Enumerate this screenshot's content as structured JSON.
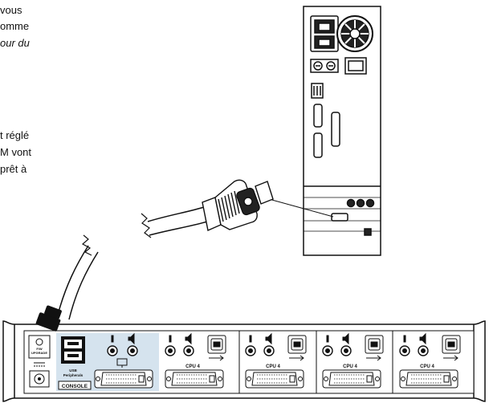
{
  "text_fragments": {
    "line1": "vous",
    "line2": "omme",
    "line3": "our du",
    "line4": "t réglé",
    "line5": "M vont",
    "line6": "prêt à"
  },
  "kvm": {
    "firmware_label_line1": "F/W",
    "firmware_label_line2": "UPGRADE",
    "usb_label_line1": "USB",
    "usb_label_line2": "Peripherals",
    "console_label": "CONSOLE",
    "cpu_ports": [
      {
        "label": "CPU 4"
      },
      {
        "label": "CPU 4"
      },
      {
        "label": "CPU 4"
      },
      {
        "label": "CPU 4"
      }
    ],
    "console_highlight_color": "#d5e3ee"
  }
}
